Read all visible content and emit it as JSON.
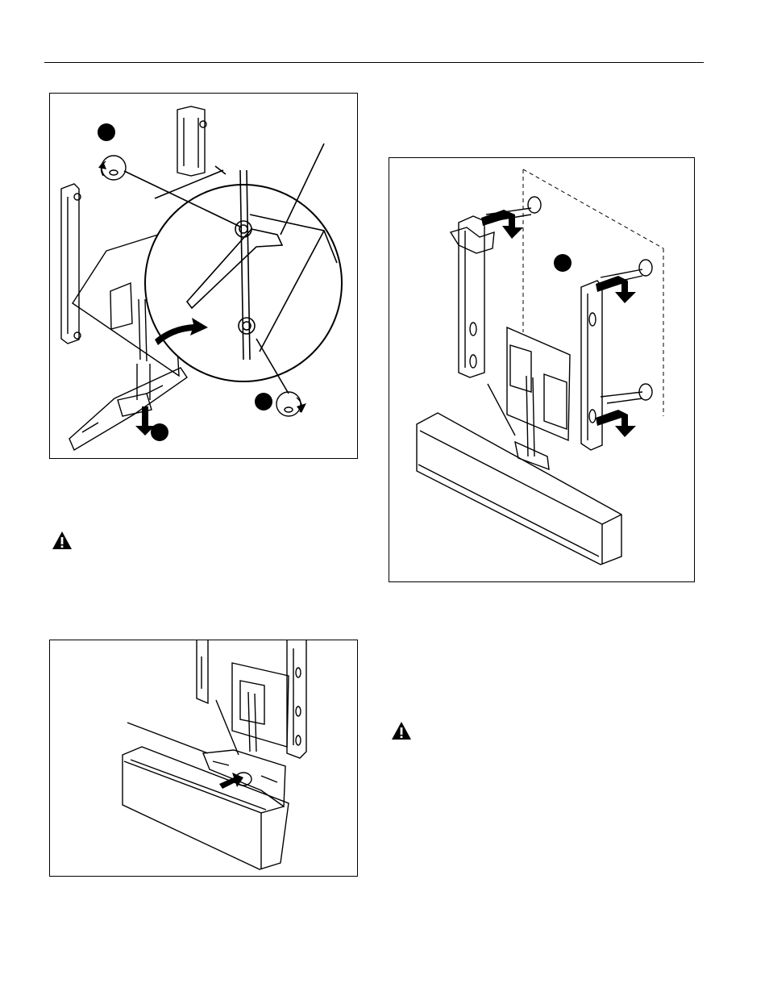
{
  "page": {
    "header_rule": true
  },
  "figures": [
    {
      "id": "figure-release-stand",
      "callouts": 3,
      "arrows": 4
    },
    {
      "id": "figure-attach-soundbar",
      "callouts": 0,
      "arrows": 1
    },
    {
      "id": "figure-wall-mount",
      "callouts": 1,
      "arrows": 3
    }
  ],
  "icons": {
    "warning_1": "warning-triangle-icon",
    "warning_2": "warning-triangle-icon"
  }
}
